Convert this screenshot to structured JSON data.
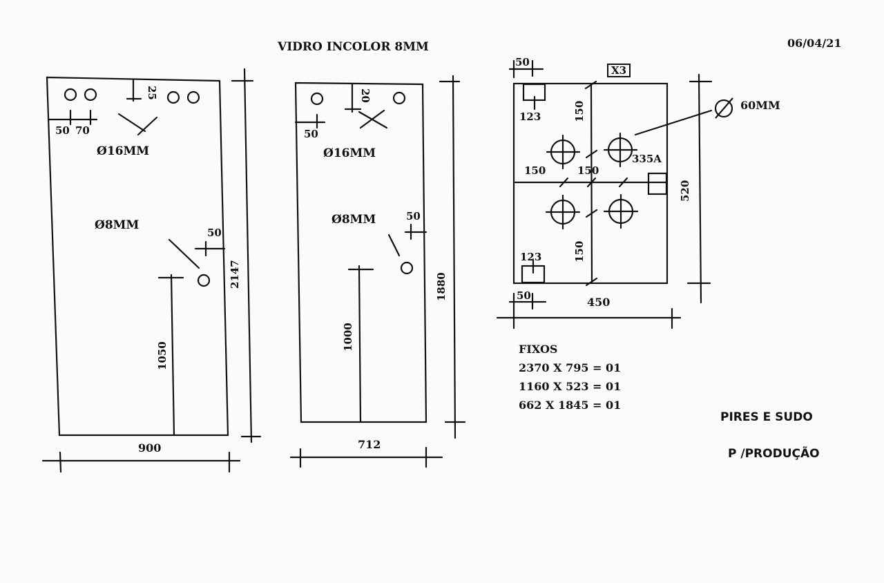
{
  "title": "VIDRO INCOLOR 8MM",
  "date": "06/04/21",
  "panel1": {
    "dim_width": "900",
    "dim_height": "2147",
    "dim_handle_height": "1050",
    "dim_top_offset": "25",
    "dim_edge": "50",
    "dim_spacing": "70",
    "hole_large": "16MM",
    "hole_small": "8MM",
    "dim_side": "50"
  },
  "panel2": {
    "dim_width": "712",
    "dim_height": "1880",
    "dim_handle_height": "1000",
    "dim_top_offset": "20",
    "dim_edge": "50",
    "hole_large": "16MM",
    "hole_small": "8MM",
    "dim_side": "50"
  },
  "panel3": {
    "multiplier": "X3",
    "hole_diameter": "60MM",
    "dim_edge_top": "50",
    "dim_edge_bottom": "50",
    "dim_notch_top": "123",
    "dim_notch_bottom": "123",
    "dim_vert_top": "150",
    "dim_vert_bottom": "150",
    "dim_horiz_left": "150",
    "dim_horiz_right": "150",
    "notch_label": "335A",
    "dim_width": "450",
    "dim_height": "520"
  },
  "fixos": {
    "heading": "FIXOS",
    "lines": [
      "2370 X 795 = 01",
      "1160 X 523 = 01",
      "662 X 1845 = 01"
    ]
  },
  "client": "PIRES E SUDO",
  "purpose": "P /PRODUÇÃO",
  "diameter_symbol": "Ø"
}
